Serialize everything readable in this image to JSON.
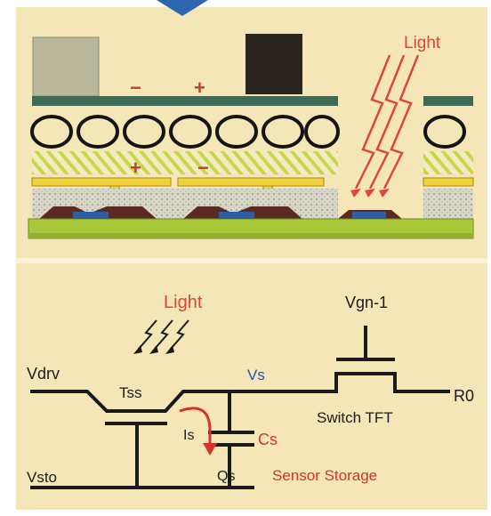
{
  "colors": {
    "panel_bg": "#f4e6b6",
    "light_red": "#e0453a",
    "vs_blue": "#2f4fa8",
    "wire": "#1a1a1a",
    "substrate_green": "#a8c83a",
    "top_glass": "#3f6a55",
    "accent_arrow": "#2f66b0"
  },
  "icons": {
    "top_arrow": "chevron-down-icon",
    "light_rays": "light-rays-icon"
  },
  "cross_section": {
    "light_label": "Light",
    "charge_top": [
      "−",
      "+"
    ],
    "charge_bottom": [
      "+",
      "−"
    ]
  },
  "circuit": {
    "light_label": "Light",
    "vdrv": "Vdrv",
    "tss": "Tss",
    "vs": "Vs",
    "vgn": "Vgn-1",
    "ro": "R0",
    "switch_tft": "Switch TFT",
    "is_label": "Is",
    "cs_label": "Cs",
    "qs_label": "Qs",
    "sensor_storage": "Sensor Storage",
    "vsto": "Vsto"
  }
}
